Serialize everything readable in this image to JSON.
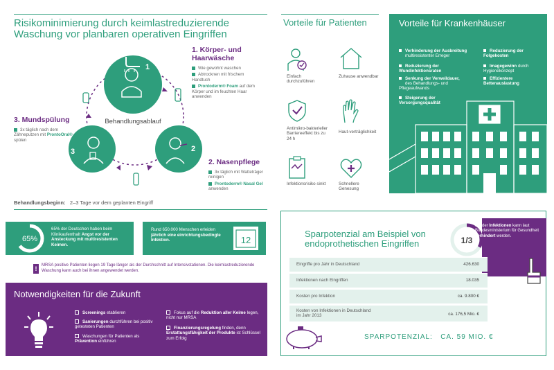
{
  "process": {
    "title": "Risikominimierung durch keimlastreduzierende Waschung vor planbaren operativen Eingriffen",
    "center_label": "Behandlungsablauf",
    "steps": [
      {
        "num": "1",
        "title": "1. Körper- und Haarwäsche",
        "items": [
          "Wie gewohnt waschen",
          "Abtrocknen mit frischem Handtuch"
        ],
        "brand_item": {
          "brand": "Prontoderm® Foam",
          "rest": " auf dem Körper und im feuchten Haar anwenden"
        }
      },
      {
        "num": "2",
        "title": "2. Nasenpflege",
        "items": [
          "3x täglich mit Watteträger reinigen"
        ],
        "brand_item": {
          "brand": "Prontoderm® Nasal Gel",
          "rest": " anwenden"
        }
      },
      {
        "num": "3",
        "title": "3. Mundspülung",
        "items_pre": "3x täglich nach dem Zähneputzen mit ",
        "brand": "ProntoOral®",
        "items_post": " spülen"
      }
    ],
    "begin_label": "Behandlungsbeginn:",
    "begin_value": "2–3 Tage vor dem geplanten Eingriff"
  },
  "patients": {
    "title": "Vorteile für Patienten",
    "items": [
      {
        "icon": "person-check-icon",
        "label": "Einfach durchzuführen"
      },
      {
        "icon": "house-icon",
        "label": "Zuhause anwendbar"
      },
      {
        "icon": "shield-check-icon",
        "label": "Antimikro-bakterieller Barriereeffekt bis zu 24 h"
      },
      {
        "icon": "hand-icon",
        "label": "Haut-verträglichkeit"
      },
      {
        "icon": "clipboard-chart-icon",
        "label": "Infektionsrisiko sinkt"
      },
      {
        "icon": "heart-cross-icon",
        "label": "Schnellere Genesung"
      }
    ]
  },
  "hospitals": {
    "title": "Vorteile für Krankenhäuser",
    "left": [
      {
        "bold": "Verhinderung der Ausbreitung",
        "rest": "multiresistenter Erreger"
      },
      {
        "bold": "Reduzierung der Wundinfektionsraten",
        "rest": ""
      },
      {
        "bold": "Senkung der Verweildauer,",
        "rest": "des Behandlungs- und Pflegeaufwands"
      },
      {
        "bold": "Steigerung der Versorgungsqualität",
        "rest": ""
      }
    ],
    "right": [
      {
        "bold": "Reduzierung der Folgekosten",
        "rest": ""
      },
      {
        "bold": "Imagegewinn",
        "rest": "durch Hygienekonzept"
      },
      {
        "bold": "Effizientere Bettenauslastung",
        "rest": ""
      }
    ]
  },
  "stats": {
    "pct_value": "65%",
    "pct_text_pre": "65% der Deutschen haben beim Klinikaufenthalt ",
    "pct_text_bold": "Angst vor der Ansteckung mit multiresistenten Keimen.",
    "count_text_pre": "Rund 650.000 Menschen erleiden ",
    "count_text_bold": "jährlich eine einrichtungsbedingte Infektion.",
    "calendar_value": "12",
    "warning_mark": "!",
    "mrsa_note": "MRSA positive Patienten liegen 19 Tage länger als der Durchschnitt auf Intensivstationen. Die keimlastreduzierende Waschung kann auch bei ihnen angewendet werden."
  },
  "needs": {
    "title": "Notwendigkeiten für die Zukunft",
    "left": [
      {
        "bold": "Screenings",
        "rest": " etablieren"
      },
      {
        "bold": "Sanierungen",
        "rest": " durchführen bei positiv getesteten Patienten"
      },
      {
        "bold": "",
        "rest": "Waschungen für Patienten als ",
        "bold2": "Prävention",
        "rest2": " einführen"
      }
    ],
    "right": [
      {
        "text": "Fokus auf die ",
        "bold": "Reduktion aller Keime",
        "rest": " legen, nicht nur MRSA"
      },
      {
        "text": "",
        "bold": "Finanzierungsregelung",
        "rest": " finden, denn ",
        "bold2": "Erstattungsfähigkeit der Produkte",
        "rest2": " ist Schlüssel zum Erfolg"
      }
    ]
  },
  "savings": {
    "title": "Sparpotenzial am Beispiel von endoprothetischen Eingriffen",
    "fraction": "1/3",
    "side_pre": "1/3 der ",
    "side_bold": "Infektionen",
    "side_mid": " kann laut Bundesministerium für Gesundheit ",
    "side_bold2": "verhindert",
    "side_post": " werden.",
    "rows": [
      {
        "label": "Eingriffe pro Jahr in Deutschland",
        "value": "426.630"
      },
      {
        "label": "Infektionen nach Eingriffen",
        "value": "18.035"
      },
      {
        "label": "Kosten pro Infektion",
        "value": "ca. 9.800 €"
      },
      {
        "label": "Kosten von Infektionen in Deutschland im Jahr 2013",
        "value": "ca. 176,5 Mio. €"
      }
    ],
    "total_label": "SPARPOTENZIAL:",
    "total_value": "CA. 59 MIO. €"
  },
  "colors": {
    "green": "#2e9e7c",
    "purple": "#6b2c82",
    "light_green": "#e3f1ec"
  }
}
